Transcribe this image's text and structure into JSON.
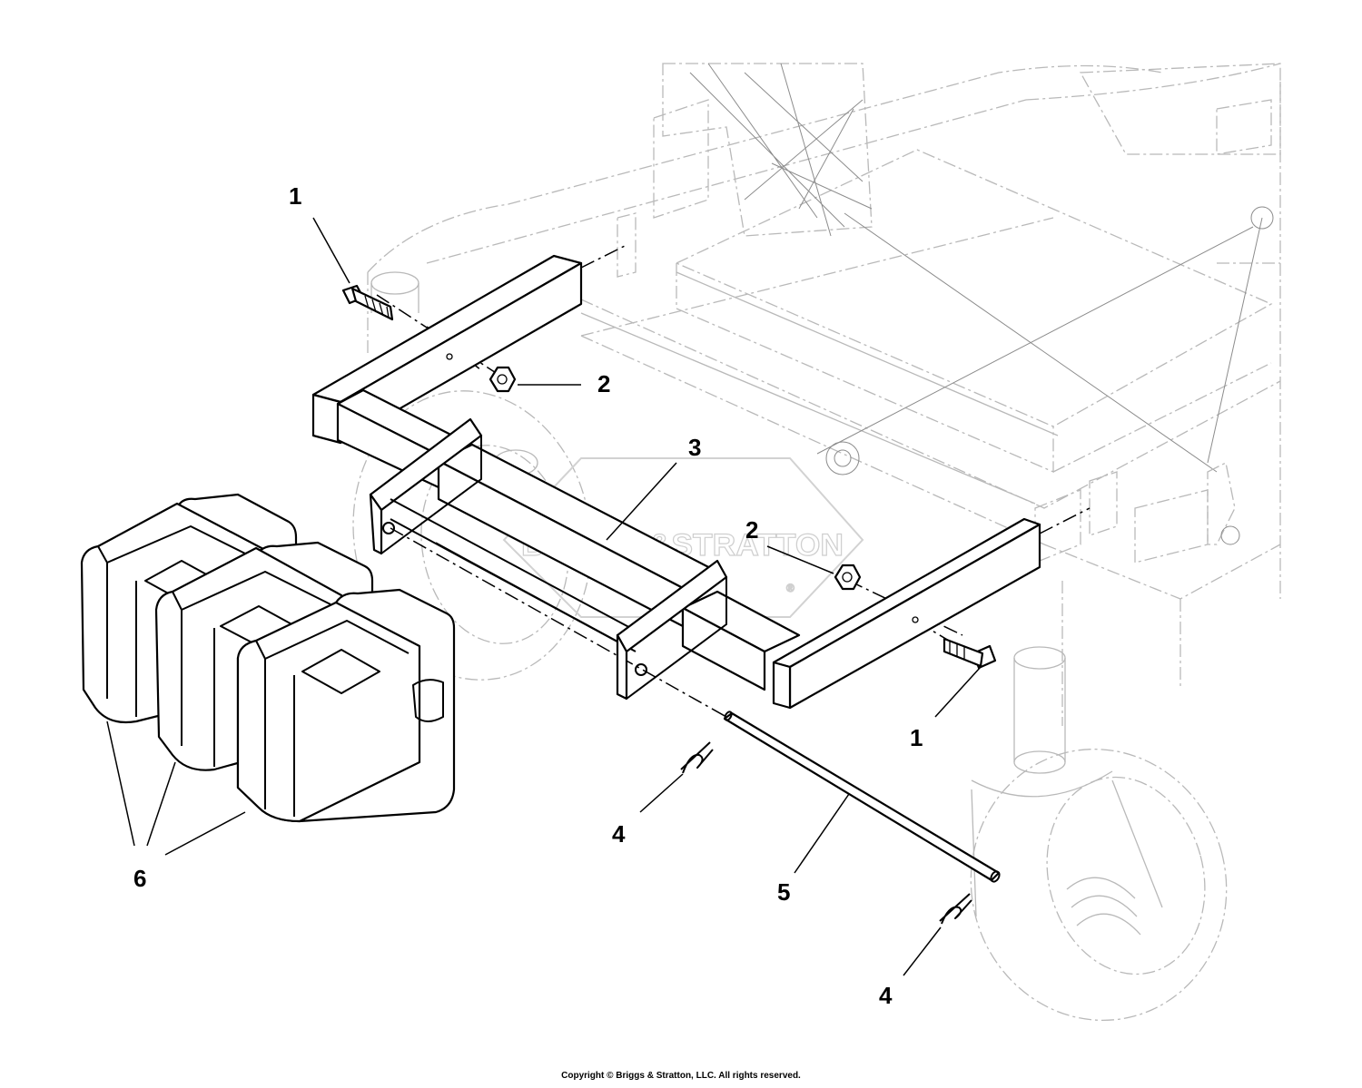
{
  "watermark": {
    "brand": "BRIGGS&STRATTON",
    "mark": "®"
  },
  "callouts": [
    {
      "id": "bolt-upper",
      "label": "1"
    },
    {
      "id": "bolt-lower",
      "label": "1"
    },
    {
      "id": "nut-upper",
      "label": "2"
    },
    {
      "id": "nut-lower",
      "label": "2"
    },
    {
      "id": "bracket",
      "label": "3"
    },
    {
      "id": "hitch-pin-left",
      "label": "4"
    },
    {
      "id": "hitch-pin-right",
      "label": "4"
    },
    {
      "id": "pin",
      "label": "5"
    },
    {
      "id": "weights",
      "label": "6"
    }
  ],
  "footer": {
    "copyright": "Copyright © Briggs & Stratton, LLC. All rights reserved."
  }
}
